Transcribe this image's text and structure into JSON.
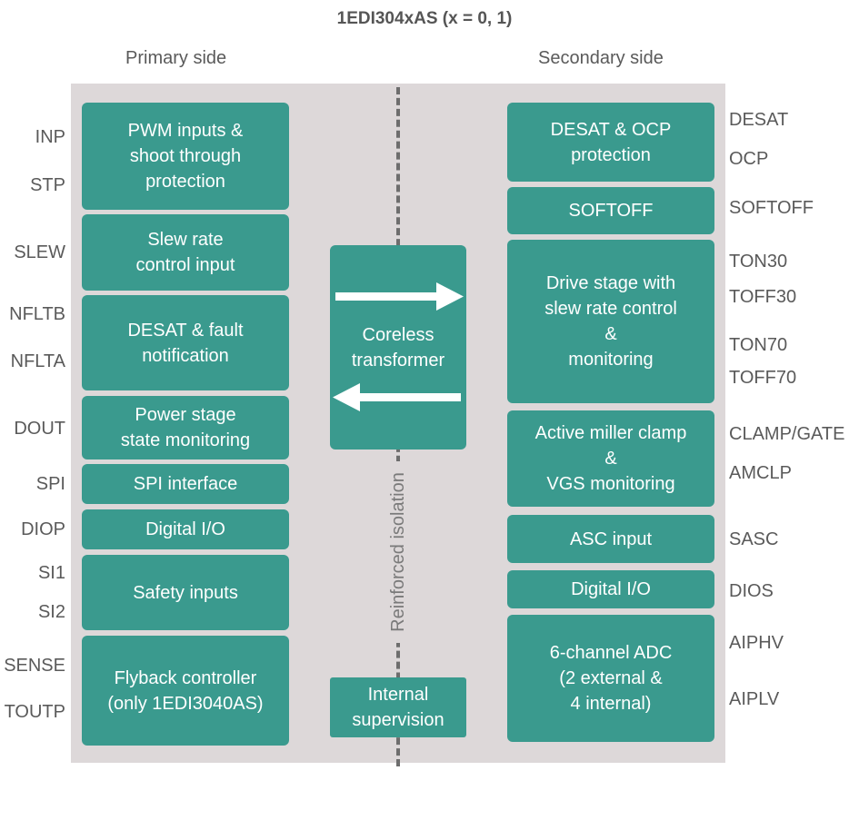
{
  "title": "1EDI304xAS (x = 0, 1)",
  "primary_label": "Primary side",
  "secondary_label": "Secondary side",
  "isolation_label": "Reinforced\nisolation",
  "colors": {
    "block": "#3a9a8e",
    "panel": "#ddd8d9",
    "text": "#5a5a5a"
  },
  "primary_blocks": [
    "PWM inputs &\nshoot through\nprotection",
    "Slew rate\ncontrol input",
    "DESAT & fault\nnotification",
    "Power stage\nstate monitoring",
    "SPI interface",
    "Digital I/O",
    "Safety inputs",
    "Flyback controller\n(only 1EDI3040AS)"
  ],
  "center_blocks": [
    "Coreless\ntransformer",
    "Internal\nsupervision"
  ],
  "secondary_blocks": [
    "DESAT & OCP\nprotection",
    "SOFTOFF",
    "Drive stage with\nslew rate control\n&\nmonitoring",
    "Active miller clamp\n&\nVGS monitoring",
    "ASC input",
    "Digital I/O",
    "6-channel ADC\n(2 external &\n4 internal)"
  ],
  "primary_pins": [
    "INP",
    "STP",
    "SLEW",
    "NFLTB",
    "NFLTA",
    "DOUT",
    "SPI",
    "DIOP",
    "SI1",
    "SI2",
    "SENSE",
    "TOUTP"
  ],
  "secondary_pins": [
    "DESAT",
    "OCP",
    "SOFTOFF",
    "TON30",
    "TOFF30",
    "TON70",
    "TOFF70",
    "CLAMP/GATE",
    "AMCLP",
    "SASC",
    "DIOS",
    "AIPHV",
    "AIPLV"
  ]
}
